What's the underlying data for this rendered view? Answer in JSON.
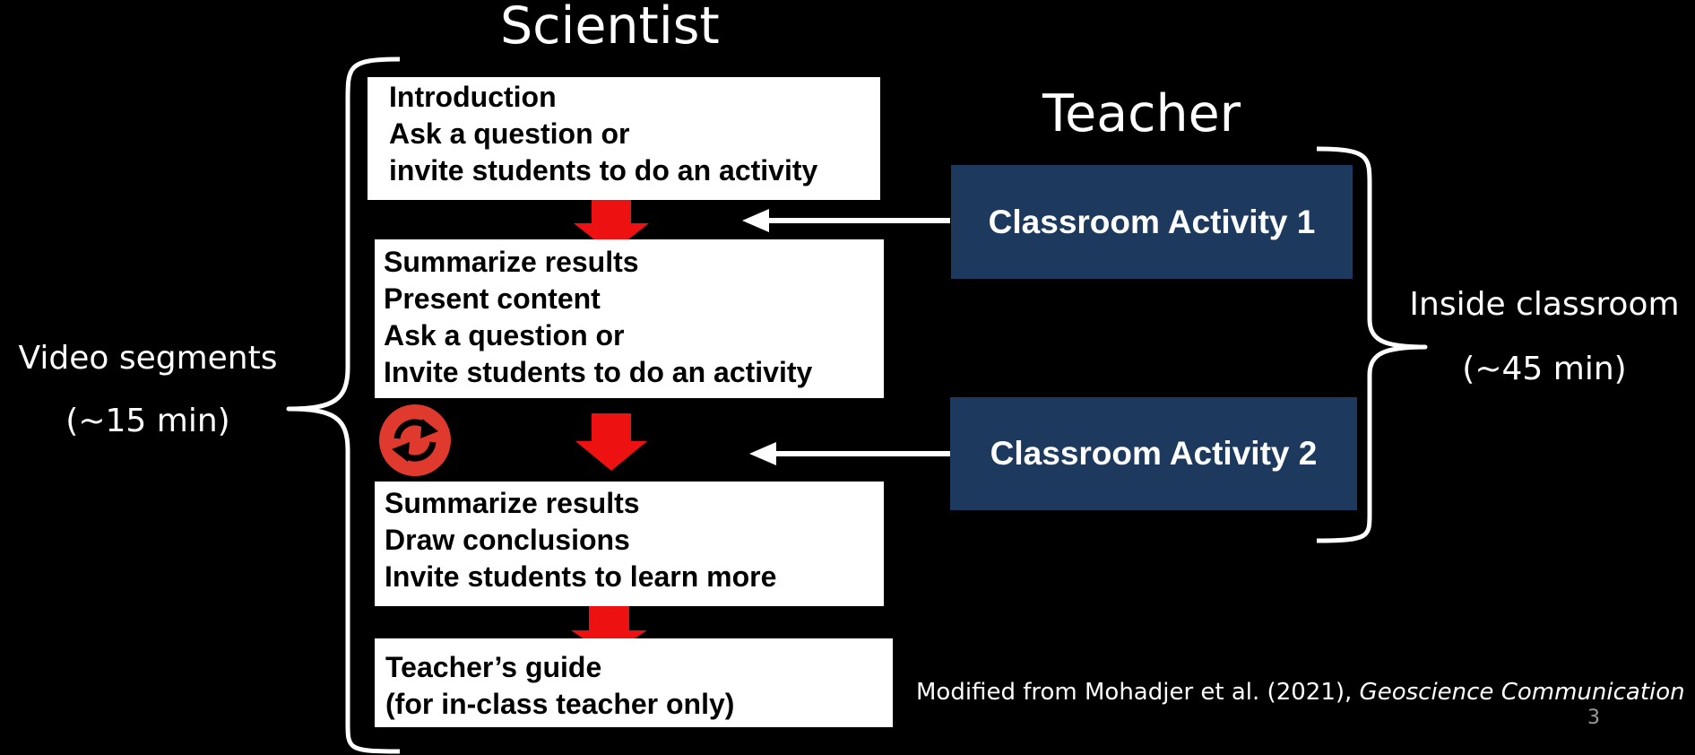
{
  "headings": {
    "scientist": "Scientist",
    "teacher": "Teacher"
  },
  "left_label": {
    "line1": "Video segments",
    "line2": "(~15 min)"
  },
  "right_label": {
    "line1": "Inside classroom",
    "line2": "(~45 min)"
  },
  "scientist_boxes": [
    {
      "lines": [
        "Introduction",
        "Ask a question or",
        "invite students to do an activity"
      ]
    },
    {
      "lines": [
        "Summarize results",
        "Present content",
        "Ask a question or",
        "Invite students to do an activity"
      ]
    },
    {
      "lines": [
        "Summarize results",
        "Draw conclusions",
        "Invite students to learn more"
      ]
    },
    {
      "lines": [
        "Teacher’s guide",
        "(for in-class teacher only)"
      ]
    }
  ],
  "teacher_boxes": [
    {
      "label": "Classroom Activity 1"
    },
    {
      "label": "Classroom Activity 2"
    }
  ],
  "icons": {
    "repeat": "repeat-cycle-icon",
    "flow_arrow": "red-down-arrow-icon",
    "link_arrow": "white-left-arrow-icon"
  },
  "colors": {
    "background": "#000000",
    "flow_arrow": "#ee1111",
    "teacher_box": "#1d3a5e",
    "repeat_icon": "#e03a2f"
  },
  "footnote": {
    "text": "Modified from Mohadjer et al. (2021), ",
    "journal": "Geoscience Communication"
  },
  "page_number": "3"
}
